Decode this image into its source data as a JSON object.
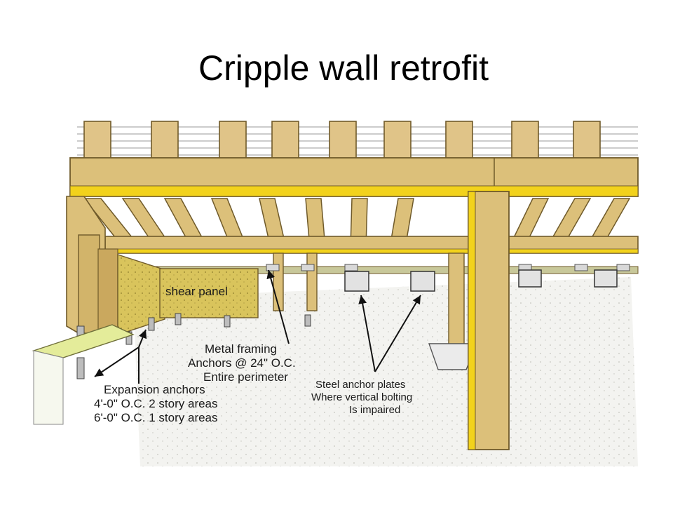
{
  "slide": {
    "title": "Cripple wall retrofit"
  },
  "diagram": {
    "shear_panel_label": "shear panel",
    "callouts": {
      "metal_framing": [
        "Metal framing",
        "Anchors  @ 24\" O.C.",
        "Entire perimeter"
      ],
      "expansion_anchors": [
        "Expansion anchors",
        "4'-0\" O.C. 2 story areas",
        "6'-0\" O.C. 1 story areas"
      ],
      "steel_anchor_plates": [
        "Steel anchor plates",
        "Where vertical bolting",
        "Is impaired"
      ]
    }
  },
  "colors": {
    "wood": "#dcc07a",
    "wood_dark": "#b89a52",
    "yellow_strip": "#f2d21c",
    "plywood": "#d8c25a",
    "soil": "#f3f3f0",
    "concrete": "#ecf2d4",
    "steel": "#d0d0d0"
  }
}
